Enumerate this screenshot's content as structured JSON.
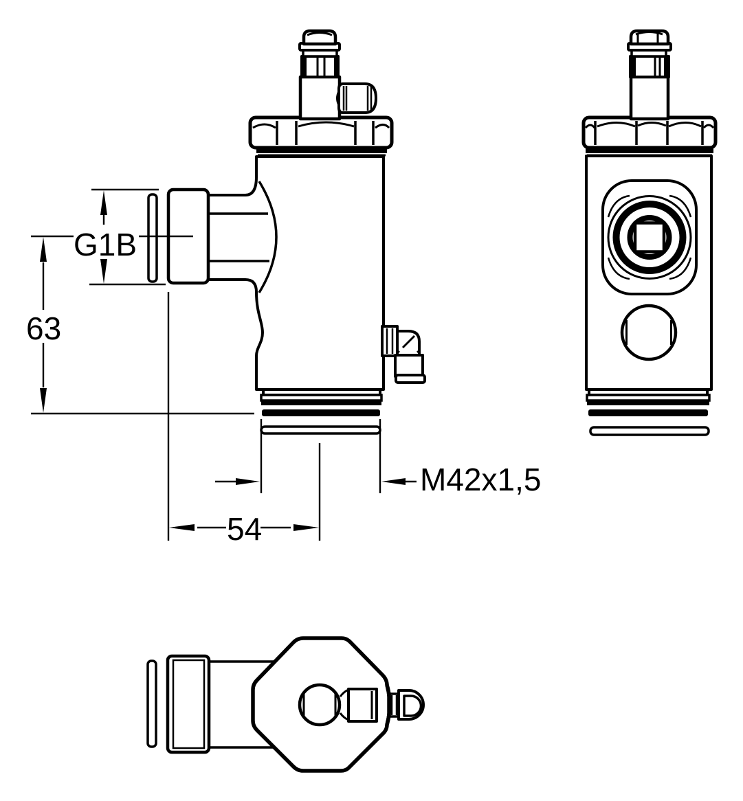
{
  "drawing": {
    "background": "#ffffff",
    "line_color": "#000000",
    "labels": {
      "inlet_thread": "G1B",
      "height_mm": "63",
      "width_mm": "54",
      "outlet_thread": "M42x1,5"
    }
  }
}
